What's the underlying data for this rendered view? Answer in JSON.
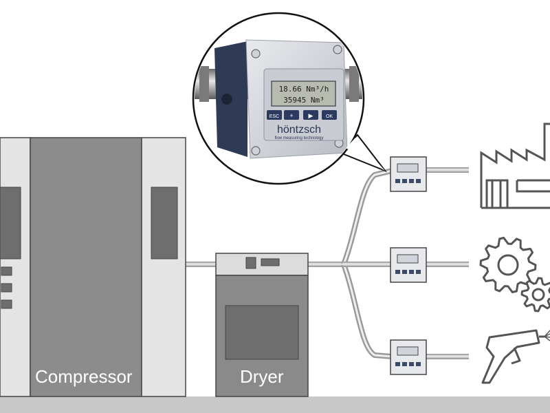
{
  "equipment": {
    "compressor_label": "Compressor",
    "dryer_label": "Dryer"
  },
  "meter_closeup": {
    "display_line1": "18.66 Nm³/h",
    "display_line2": "35945 Nm³",
    "buttons": [
      "ESC",
      "+",
      "▶",
      "OK"
    ],
    "brand": "höntzsch",
    "tagline": "flow measuring technology"
  },
  "consumers": [
    {
      "icon": "factory-icon"
    },
    {
      "icon": "gears-icon"
    },
    {
      "icon": "spray-gun-icon"
    }
  ],
  "colors": {
    "floor": "#c8c8c8",
    "compressor_side": "#e4e4e4",
    "compressor_center": "#8c8c8c",
    "panel_dark": "#6e6e6e",
    "dryer": "#8a8a8a",
    "pipe": "#9a9a9a",
    "meter_body": "#d9dbe0",
    "meter_panel": "#4a5a78",
    "icon_stroke": "#555555"
  }
}
